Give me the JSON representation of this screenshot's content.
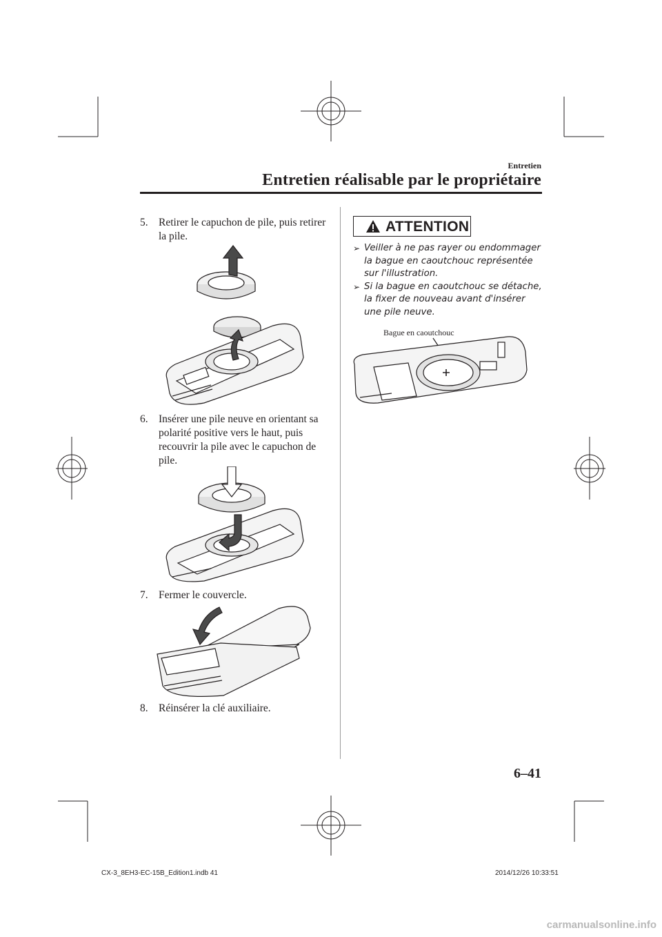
{
  "header": {
    "section": "Entretien",
    "title": "Entretien réalisable par le propriétaire"
  },
  "steps": [
    {
      "num": "5.",
      "text": "Retirer le capuchon de pile, puis retirer la pile."
    },
    {
      "num": "6.",
      "text": "Insérer une pile neuve en orientant sa polarité positive vers le haut, puis recouvrir la pile avec le capuchon de pile."
    },
    {
      "num": "7.",
      "text": "Fermer le couvercle."
    },
    {
      "num": "8.",
      "text": "Réinsérer la clé auxiliaire."
    }
  ],
  "attention": {
    "label": "ATTENTION",
    "items": [
      "Veiller à ne pas rayer ou endommager la bague en caoutchouc représentée sur l'illustration.",
      "Si la bague en caoutchouc se détache, la fixer de nouveau avant d'insérer une pile neuve."
    ],
    "bullet_mark": "➢",
    "figure_label": "Bague en caoutchouc"
  },
  "page_number": "6–41",
  "footer": {
    "file": "CX-3_8EH3-EC-15B_Edition1.indb   41",
    "timestamp": "2014/12/26   10:33:51"
  },
  "watermark": "carmanualsonline.info",
  "colors": {
    "ink": "#231f20",
    "rule": "#9a9a9a",
    "watermark": "#b8b8b8"
  }
}
